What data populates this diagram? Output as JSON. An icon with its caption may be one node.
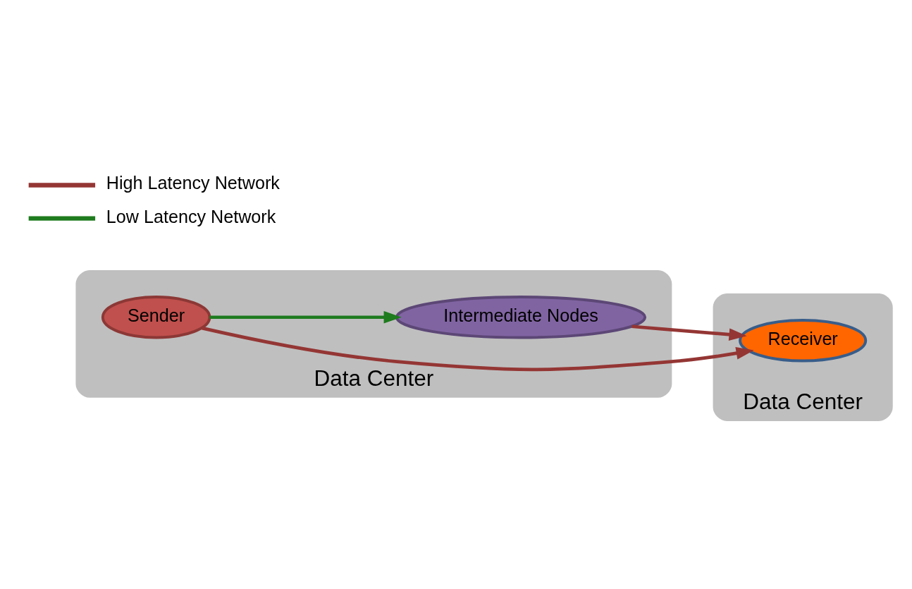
{
  "diagram": {
    "nodes": [
      {
        "text": [
          "Data Center"
        ]
      },
      {
        "text": [
          "Sender"
        ],
        "in": 0
      },
      {
        "text": [
          "Intermediate Nodes"
        ],
        "in": 0
      },
      {
        "text": [
          "Data Center"
        ]
      },
      {
        "text": [
          "Receiver"
        ],
        "in": 3
      }
    ],
    "edges": [
      {
        "from": 1,
        "to": 4,
        "arrow": "to"
      },
      {
        "from": 1,
        "to": 2,
        "arrow": "to",
        "color": "#1e7b1e"
      },
      {
        "from": 2,
        "to": 4,
        "arrow": "to"
      }
    ],
    "legend": [
      {
        "text": "High Latency Network"
      },
      {
        "text": "Low Latency Network"
      }
    ]
  }
}
